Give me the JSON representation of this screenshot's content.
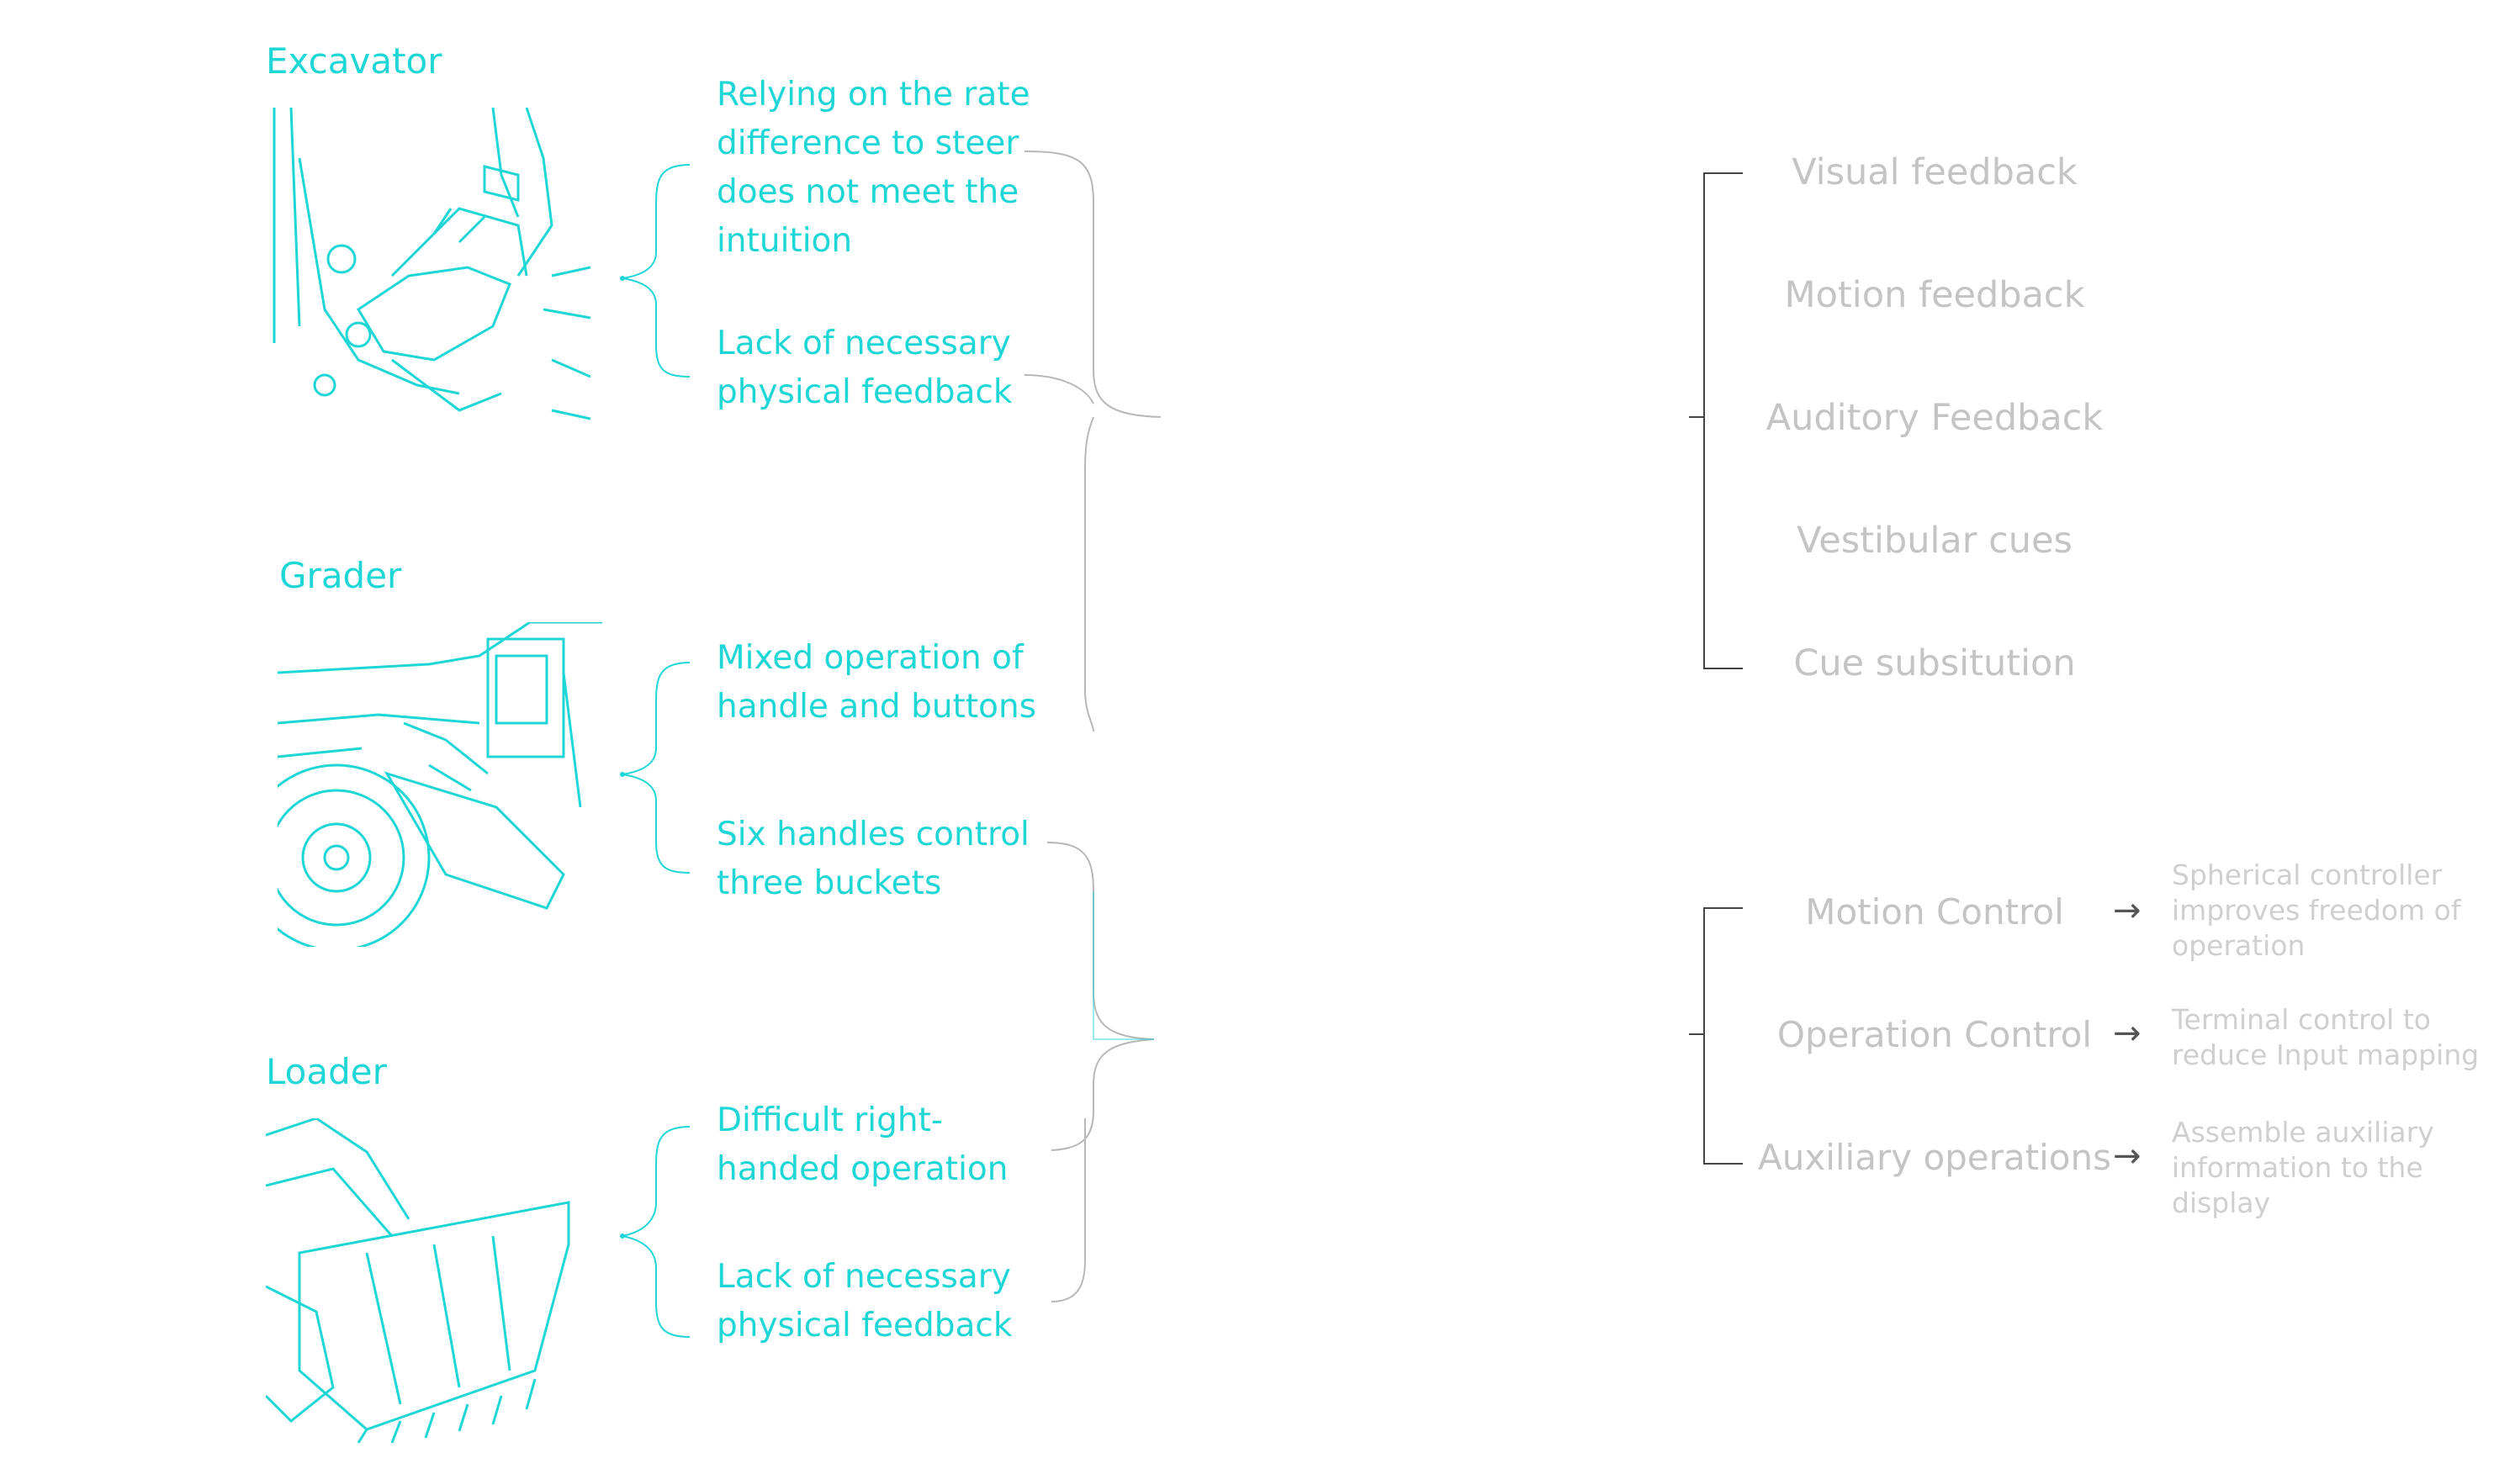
{
  "colors": {
    "accent": "#1fd6d6",
    "muted_text": "#c4c4c4",
    "bracket_line": "#b8b8b8",
    "dark_bracket": "#444444"
  },
  "machines": [
    {
      "name": "Excavator",
      "issues": [
        [
          "Relying on the rate",
          "difference to steer",
          "does not meet the",
          "intuition"
        ],
        [
          "Lack of necessary",
          "physical feedback"
        ]
      ]
    },
    {
      "name": "Grader",
      "issues": [
        [
          "Mixed operation of",
          "handle and buttons"
        ],
        [
          "Six handles control",
          "three buckets"
        ]
      ]
    },
    {
      "name": "Loader",
      "issues": [
        [
          "Difficult right-",
          "handed operation"
        ],
        [
          "Lack of necessary",
          "physical feedback"
        ]
      ]
    }
  ],
  "feedback": [
    "Visual feedback",
    "Motion feedback",
    "Auditory Feedback",
    "Vestibular cues",
    "Cue subsitution"
  ],
  "controls": [
    {
      "label": "Motion Control",
      "arrow": "→",
      "note": [
        "Spherical controller",
        "improves freedom of",
        "operation"
      ]
    },
    {
      "label": "Operation Control",
      "arrow": "→",
      "note": [
        "Terminal control to",
        "reduce Input mapping"
      ]
    },
    {
      "label": "Auxiliary operations",
      "arrow": "→",
      "note": [
        "Assemble auxiliary",
        "information to the",
        "display"
      ]
    }
  ]
}
